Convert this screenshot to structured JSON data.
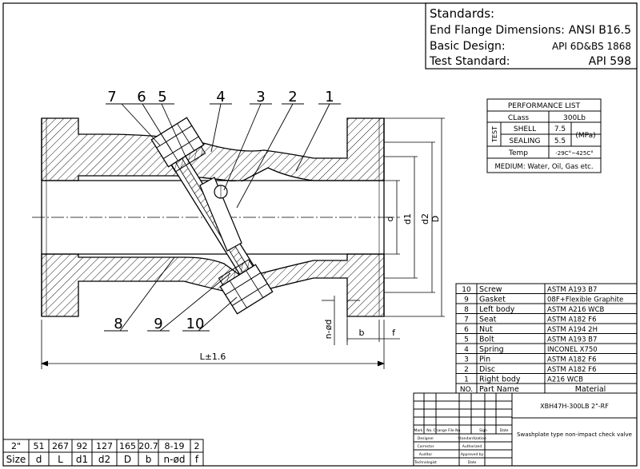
{
  "standards": {
    "title": "Standards:",
    "rows": [
      {
        "label": "End Flange Dimensions:",
        "value": "ANSI B16.5"
      },
      {
        "label": "Basic Design:",
        "value": "API 6D&BS 1868"
      },
      {
        "label": "Test Standard:",
        "value": "API 598"
      }
    ]
  },
  "performance": {
    "title": "PERFORMANCE LIST",
    "class_label": "CLass",
    "class_value": "300Lb",
    "test_label": "TEST",
    "shell_label": "SHELL",
    "shell_value": "7.5",
    "sealing_label": "SEALING",
    "sealing_value": "5.5",
    "unit": "(MPa)",
    "temp_label": "Temp",
    "temp_value": "-29C°~425C°",
    "medium": "MEDIUM: Water, Oil, Gas etc."
  },
  "parts": {
    "header": {
      "no": "NO.",
      "name": "Part Name",
      "material": "Material"
    },
    "rows": [
      {
        "no": "10",
        "name": "Screw",
        "material": "ASTM A193 B7"
      },
      {
        "no": "9",
        "name": "Gasket",
        "material": "08F+Flexible Graphite"
      },
      {
        "no": "8",
        "name": "Left body",
        "material": "ASTM A216 WCB"
      },
      {
        "no": "7",
        "name": "Seat",
        "material": "ASTM A182 F6"
      },
      {
        "no": "6",
        "name": "Nut",
        "material": "ASTM A194 2H"
      },
      {
        "no": "5",
        "name": "Bolt",
        "material": "ASTM A193 B7"
      },
      {
        "no": "4",
        "name": "Spring",
        "material": "INCONEL X750"
      },
      {
        "no": "3",
        "name": "Pin",
        "material": "ASTM A182 F6"
      },
      {
        "no": "2",
        "name": "Disc",
        "material": "ASTM A182 F6"
      },
      {
        "no": "1",
        "name": "Right body",
        "material": "A216 WCB"
      }
    ]
  },
  "title_block": {
    "drawing_no": "XBH47H-300LB  2\"-RF",
    "title": "Swashplate type non-impact check valve",
    "headers": [
      "Mark",
      "No.",
      "Change File No.",
      "Sign",
      "Date"
    ],
    "roles": [
      "Designer",
      "Corrector",
      "Auditor",
      "Technologist"
    ],
    "approvals": [
      "Standardization",
      "Authorized",
      "Approved by",
      "Date"
    ]
  },
  "dimensions": {
    "labels": [
      "Size",
      "d",
      "L",
      "d1",
      "d2",
      "D",
      "b",
      "n-ød",
      "f"
    ],
    "values": [
      "2\"",
      "51",
      "267",
      "92",
      "127",
      "165",
      "20.7",
      "8-19",
      "2"
    ]
  },
  "callouts": {
    "top": [
      "7",
      "6",
      "5",
      "4",
      "3",
      "2",
      "1"
    ],
    "bottom": [
      "8",
      "9",
      "10"
    ]
  },
  "dim_labels": {
    "length": "L±1.6",
    "d": "d",
    "d1": "d1",
    "d2": "d2",
    "D": "D",
    "nd": "n-ød",
    "b": "b",
    "f": "f"
  }
}
